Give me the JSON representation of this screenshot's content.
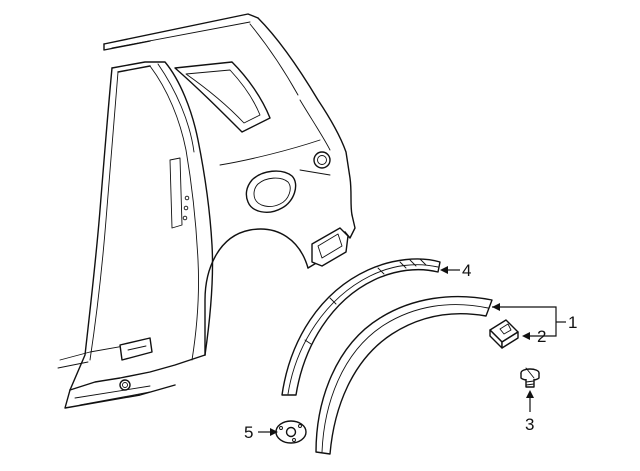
{
  "diagram": {
    "line_color": "#111111",
    "background": "#ffffff",
    "callouts": [
      {
        "id": "1",
        "label": "1"
      },
      {
        "id": "2",
        "label": "2"
      },
      {
        "id": "3",
        "label": "3"
      },
      {
        "id": "4",
        "label": "4"
      },
      {
        "id": "5",
        "label": "5"
      }
    ]
  }
}
